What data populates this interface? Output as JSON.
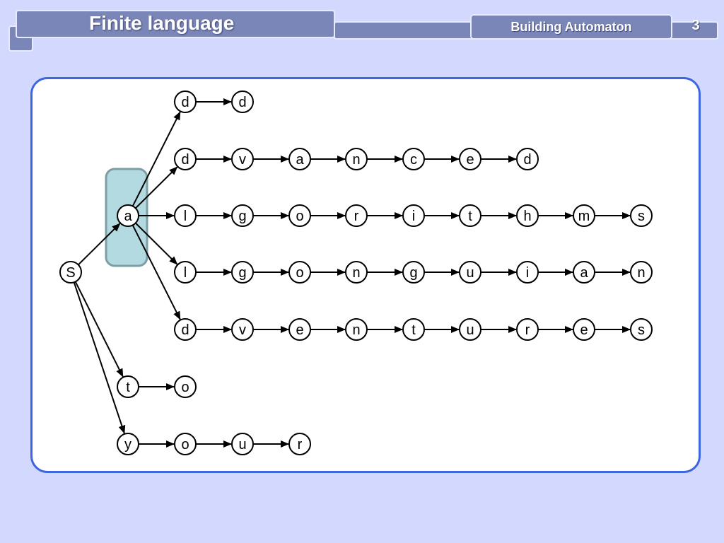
{
  "header": {
    "title": "Finite language",
    "section": "Building Automaton",
    "page_number": "3"
  },
  "colors": {
    "background": "#d3d8ff",
    "header_band": "#7b86b8",
    "panel_border": "#3d66e0",
    "highlight_fill": "#b3dae0",
    "highlight_stroke": "#7c9ea5"
  },
  "diagram": {
    "start_label": "S",
    "highlighted_nodes": [
      "n_a"
    ],
    "nodes": [
      {
        "id": "n_S",
        "label": "S"
      },
      {
        "id": "n_a",
        "label": "a"
      },
      {
        "id": "n_t",
        "label": "t"
      },
      {
        "id": "n_y",
        "label": "y"
      },
      {
        "id": "r1c1",
        "label": "d"
      },
      {
        "id": "r1c2",
        "label": "d"
      },
      {
        "id": "r2c1",
        "label": "d"
      },
      {
        "id": "r2c2",
        "label": "v"
      },
      {
        "id": "r2c3",
        "label": "a"
      },
      {
        "id": "r2c4",
        "label": "n"
      },
      {
        "id": "r2c5",
        "label": "c"
      },
      {
        "id": "r2c6",
        "label": "e"
      },
      {
        "id": "r2c7",
        "label": "d"
      },
      {
        "id": "r3c1",
        "label": "l"
      },
      {
        "id": "r3c2",
        "label": "g"
      },
      {
        "id": "r3c3",
        "label": "o"
      },
      {
        "id": "r3c4",
        "label": "r"
      },
      {
        "id": "r3c5",
        "label": "i"
      },
      {
        "id": "r3c6",
        "label": "t"
      },
      {
        "id": "r3c7",
        "label": "h"
      },
      {
        "id": "r3c8",
        "label": "m"
      },
      {
        "id": "r3c9",
        "label": "s"
      },
      {
        "id": "r4c1",
        "label": "l"
      },
      {
        "id": "r4c2",
        "label": "g"
      },
      {
        "id": "r4c3",
        "label": "o"
      },
      {
        "id": "r4c4",
        "label": "n"
      },
      {
        "id": "r4c5",
        "label": "g"
      },
      {
        "id": "r4c6",
        "label": "u"
      },
      {
        "id": "r4c7",
        "label": "i"
      },
      {
        "id": "r4c8",
        "label": "a"
      },
      {
        "id": "r4c9",
        "label": "n"
      },
      {
        "id": "r5c1",
        "label": "d"
      },
      {
        "id": "r5c2",
        "label": "v"
      },
      {
        "id": "r5c3",
        "label": "e"
      },
      {
        "id": "r5c4",
        "label": "n"
      },
      {
        "id": "r5c5",
        "label": "t"
      },
      {
        "id": "r5c6",
        "label": "u"
      },
      {
        "id": "r5c7",
        "label": "r"
      },
      {
        "id": "r5c8",
        "label": "e"
      },
      {
        "id": "r5c9",
        "label": "s"
      },
      {
        "id": "r6c1",
        "label": "o"
      },
      {
        "id": "r7c1",
        "label": "o"
      },
      {
        "id": "r7c2",
        "label": "u"
      },
      {
        "id": "r7c3",
        "label": "r"
      }
    ],
    "edges": [
      [
        "n_S",
        "n_a"
      ],
      [
        "n_S",
        "n_t"
      ],
      [
        "n_S",
        "n_y"
      ],
      [
        "n_a",
        "r1c1"
      ],
      [
        "n_a",
        "r2c1"
      ],
      [
        "n_a",
        "r3c1"
      ],
      [
        "n_a",
        "r4c1"
      ],
      [
        "n_a",
        "r5c1"
      ],
      [
        "r1c1",
        "r1c2"
      ],
      [
        "r2c1",
        "r2c2"
      ],
      [
        "r2c2",
        "r2c3"
      ],
      [
        "r2c3",
        "r2c4"
      ],
      [
        "r2c4",
        "r2c5"
      ],
      [
        "r2c5",
        "r2c6"
      ],
      [
        "r2c6",
        "r2c7"
      ],
      [
        "r3c1",
        "r3c2"
      ],
      [
        "r3c2",
        "r3c3"
      ],
      [
        "r3c3",
        "r3c4"
      ],
      [
        "r3c4",
        "r3c5"
      ],
      [
        "r3c5",
        "r3c6"
      ],
      [
        "r3c6",
        "r3c7"
      ],
      [
        "r3c7",
        "r3c8"
      ],
      [
        "r3c8",
        "r3c9"
      ],
      [
        "r4c1",
        "r4c2"
      ],
      [
        "r4c2",
        "r4c3"
      ],
      [
        "r4c3",
        "r4c4"
      ],
      [
        "r4c4",
        "r4c5"
      ],
      [
        "r4c5",
        "r4c6"
      ],
      [
        "r4c6",
        "r4c7"
      ],
      [
        "r4c7",
        "r4c8"
      ],
      [
        "r4c8",
        "r4c9"
      ],
      [
        "r5c1",
        "r5c2"
      ],
      [
        "r5c2",
        "r5c3"
      ],
      [
        "r5c3",
        "r5c4"
      ],
      [
        "r5c4",
        "r5c5"
      ],
      [
        "r5c5",
        "r5c6"
      ],
      [
        "r5c6",
        "r5c7"
      ],
      [
        "r5c7",
        "r5c8"
      ],
      [
        "r5c8",
        "r5c9"
      ],
      [
        "n_t",
        "r6c1"
      ],
      [
        "n_y",
        "r7c1"
      ],
      [
        "r7c1",
        "r7c2"
      ],
      [
        "r7c2",
        "r7c3"
      ]
    ]
  }
}
